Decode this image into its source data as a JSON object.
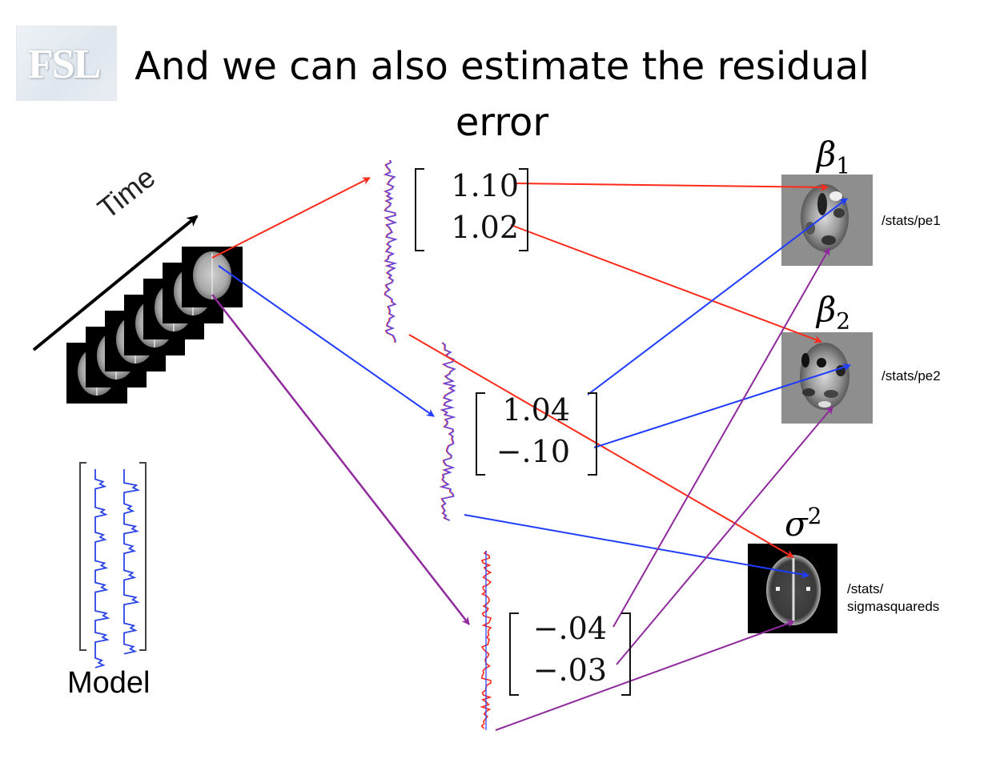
{
  "logo": {
    "text": "FSL"
  },
  "title": {
    "line1": "And we can also estimate the residual",
    "line2": "error"
  },
  "left": {
    "time_label": "Time",
    "model_label": "Model",
    "volume_count": 7
  },
  "estimates": [
    {
      "values": [
        "1.10",
        "1.02"
      ],
      "arrow_color": "#ff2a1a"
    },
    {
      "values": [
        "1.04",
        "−.10"
      ],
      "arrow_color": "#1f3cff"
    },
    {
      "values": [
        "−.04",
        "−.03"
      ],
      "arrow_color": "#8e2a9c"
    }
  ],
  "outputs": [
    {
      "symbol": "β",
      "index": "1",
      "path": "/stats/pe1",
      "background": "#8e8e8e"
    },
    {
      "symbol": "β",
      "index": "2",
      "path": "/stats/pe2",
      "background": "#8e8e8e"
    },
    {
      "symbol": "σ",
      "power": "2",
      "path_line1": "/stats/",
      "path_line2": "sigmasquareds",
      "background": "#000000"
    }
  ],
  "colors": {
    "red": "#ff2a1a",
    "blue": "#1f3cff",
    "purple": "#8e2a9c",
    "black": "#000000"
  }
}
